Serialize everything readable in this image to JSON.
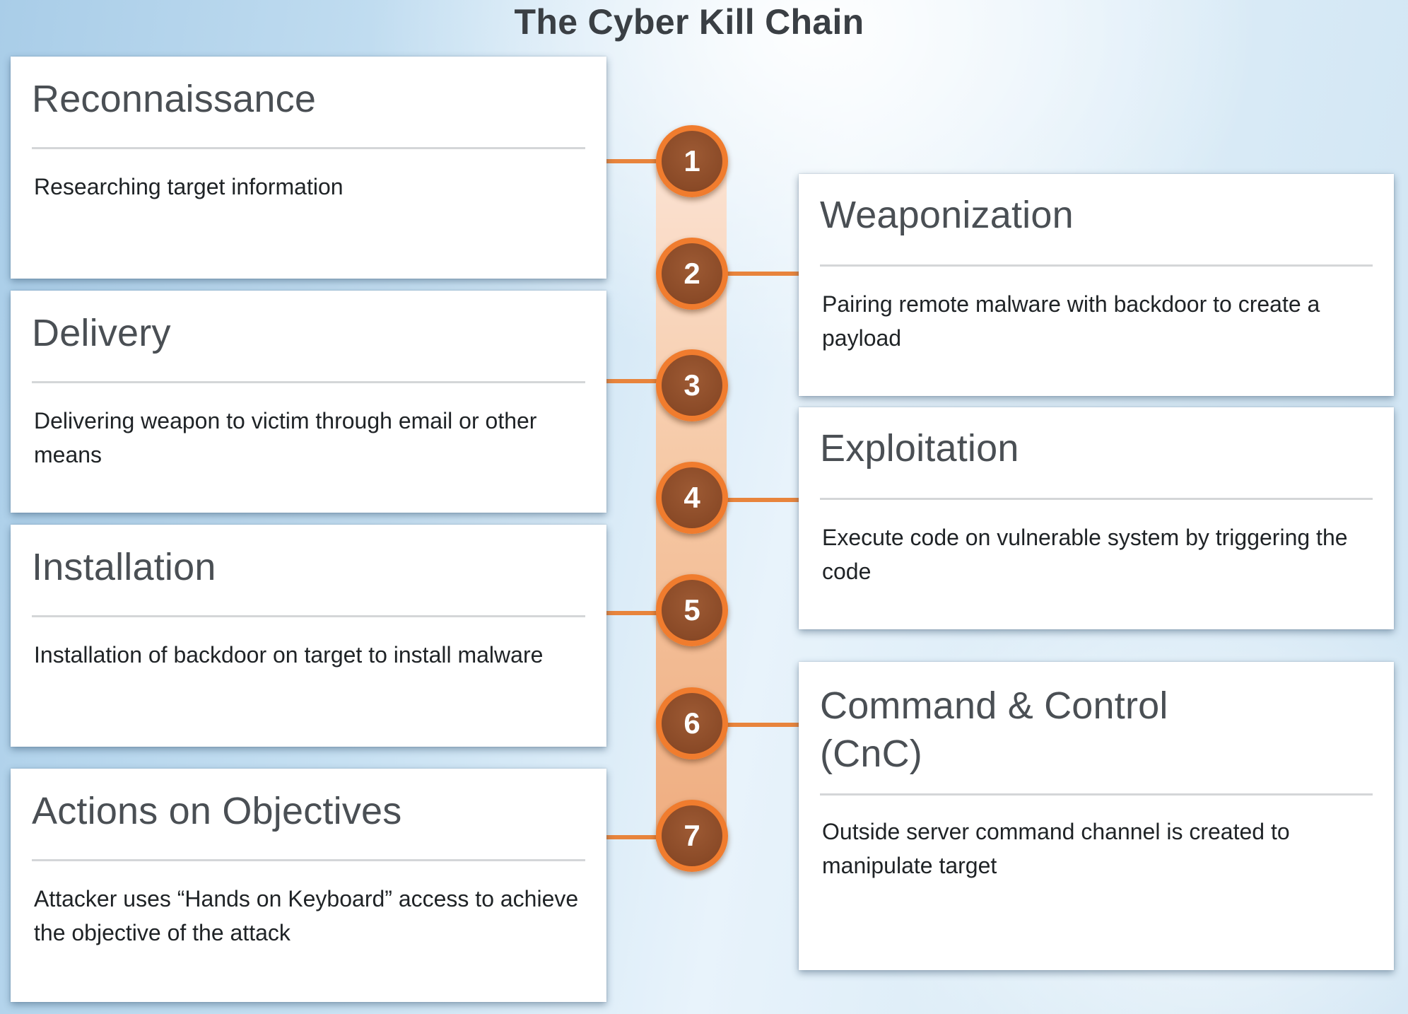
{
  "title": "The Cyber Kill Chain",
  "steps": [
    {
      "number": "1",
      "name": "Reconnaissance",
      "description": "Researching target information"
    },
    {
      "number": "2",
      "name": "Weaponization",
      "description": "Pairing remote malware with backdoor to create a payload"
    },
    {
      "number": "3",
      "name": "Delivery",
      "description": "Delivering weapon to victim through email or other means"
    },
    {
      "number": "4",
      "name": "Exploitation",
      "description": "Execute code on vulnerable system by triggering the code"
    },
    {
      "number": "5",
      "name": "Installation",
      "description": "Installation of backdoor on target to install malware"
    },
    {
      "number": "6",
      "name": "Command & Control (CnC)",
      "description": "Outside server command channel is created to manipulate target"
    },
    {
      "number": "7",
      "name": "Actions on Objectives",
      "description": "Attacker uses “Hands on Keyboard” access to achieve the objective of the attack"
    }
  ],
  "colors": {
    "badge_fill": "#8a4a27",
    "badge_ring": "#f07c2e",
    "connector": "#e8843c",
    "spine": "#f6c9a6"
  }
}
